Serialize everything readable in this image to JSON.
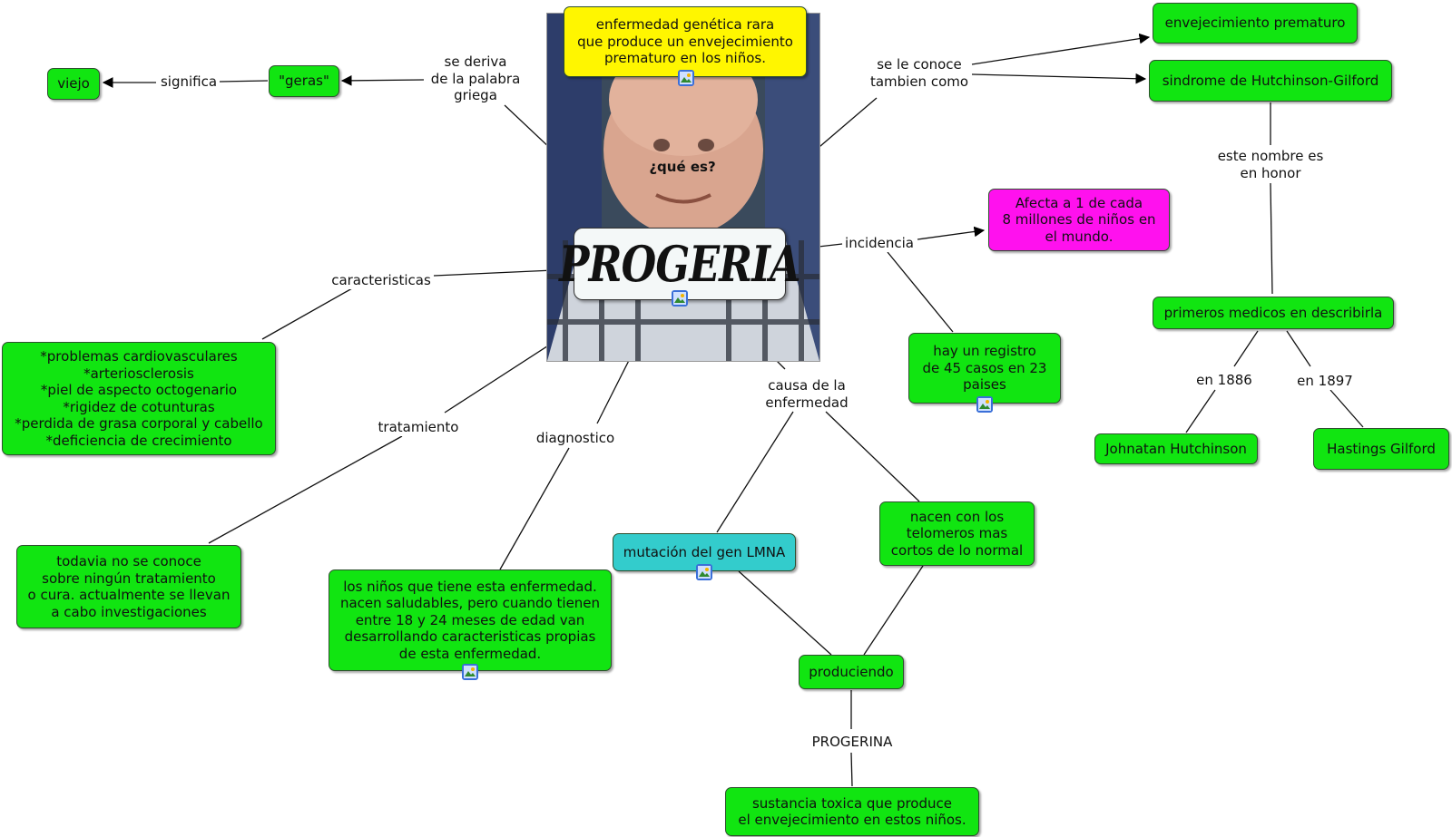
{
  "central": {
    "title": "PROGERIA"
  },
  "nodes": {
    "definition": "enfermedad genética rara\nque produce un envejecimiento\nprematuro en los niños.",
    "viejo": "viejo",
    "geras": "\"geras\"",
    "envejecimiento": "envejecimiento  prematuro",
    "sindrome": "sindrome  de  Hutchinson-Gilford",
    "incidencia_box": "Afecta a 1 de cada\n8 millones de niños en\nel mundo.",
    "registro": "hay un registro\nde 45 casos en 23\npaises",
    "primeros_medicos": "primeros medicos en describirla",
    "hutchinson": "Johnatan Hutchinson",
    "gilford": "Hastings Gilford",
    "caracteristicas_box": "*problemas cardiovasculares\n*arteriosclerosis\n*piel de aspecto octogenario\n*rigidez de cotunturas\n*perdida de grasa corporal y cabello\n*deficiencia de crecimiento",
    "tratamiento_box": "todavia no se conoce\nsobre ningún tratamiento\no cura. actualmente se llevan\na cabo investigaciones",
    "diagnostico_box": "los niños que tiene esta enfermedad.\nnacen saludables, pero cuando tienen\nentre 18 y 24 meses de edad van\ndesarrollando caracteristicas propias\nde esta enfermedad.",
    "mutacion": "mutación del gen LMNA",
    "telomeros": "nacen con los\ntelomeros mas\ncortos de lo normal",
    "produciendo": "produciendo",
    "sustancia": "sustancia toxica que produce\nel envejecimiento en estos niños."
  },
  "links": {
    "que_es": "¿qué es?",
    "se_deriva": "se deriva\nde la palabra\ngriega",
    "significa": "significa",
    "se_le_conoce": "se le conoce\ntambien como",
    "este_nombre": "este nombre es\nen honor",
    "incidencia": "incidencia",
    "en_1886": "en 1886",
    "en_1897": "en 1897",
    "caracteristicas": "caracteristicas",
    "tratamiento": "tratamiento",
    "diagnostico": "diagnostico",
    "causa": "causa de la\nenfermedad",
    "progerina": "PROGERINA"
  },
  "colors": {
    "node_green": "#11e511",
    "node_yellow": "#fff600",
    "node_magenta": "#ff11ee",
    "node_teal": "#33cccc",
    "image_icon": "#3a6fd8"
  }
}
